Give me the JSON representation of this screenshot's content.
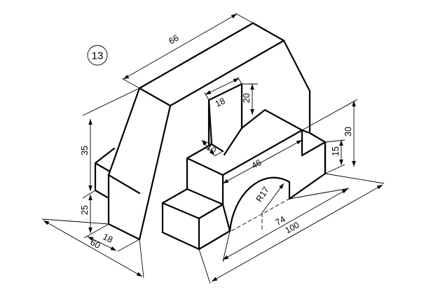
{
  "drawing_number": "13",
  "dimensions": {
    "top_length": "66",
    "slot_width": "18",
    "slot_depth": "20",
    "slot_offset": "10",
    "step_length": "46",
    "overall_height": "35",
    "base_height": "25",
    "right_height": "30",
    "right_step": "15",
    "radius": "R17",
    "arch_length": "74",
    "overall_length": "100",
    "wall_thickness": "18",
    "overall_width": "60"
  }
}
